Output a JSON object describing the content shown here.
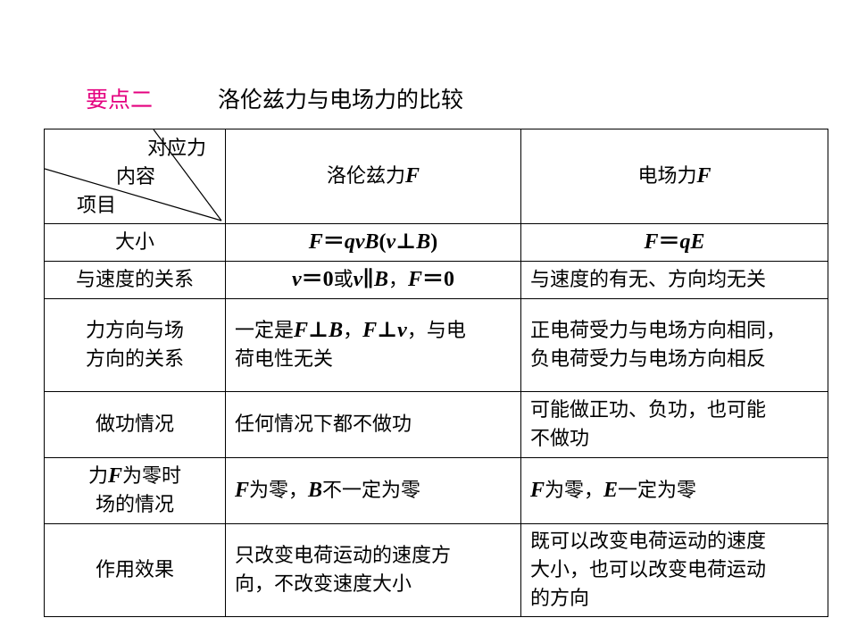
{
  "heading": {
    "label": "要点二",
    "label_color": "#e4007f",
    "text": "洛伦兹力与电场力的比较"
  },
  "table": {
    "corner": {
      "top": "对应力",
      "middle": "内容",
      "bottom": "项目"
    },
    "columns": {
      "lorentz": {
        "text": "洛伦兹力",
        "var": "F"
      },
      "electric": {
        "text": "电场力",
        "var": "F"
      }
    },
    "rows": {
      "magnitude": {
        "label": "大小",
        "lorentz": {
          "a": "F",
          "b": "＝",
          "c": "qvB",
          "d": "(",
          "e": "v",
          "f": "⊥",
          "g": "B",
          "h": ")"
        },
        "electric": {
          "a": "F",
          "b": "＝",
          "c": "qE"
        }
      },
      "velocity": {
        "label": "与速度的关系",
        "lorentz": {
          "a": "v",
          "b": "＝",
          "c": "0",
          "d": "或",
          "e": "v",
          "f": "∥",
          "g": "B",
          "h": "，",
          "i": "F",
          "j": "＝",
          "k": "0"
        },
        "electric": "与速度的有无、方向均无关"
      },
      "direction": {
        "label_line1": "力方向与场",
        "label_line2": "方向的关系",
        "lorentz": {
          "a": "一定是",
          "b": "F",
          "c": "⊥",
          "d": "B",
          "e": "，",
          "f": "F",
          "g": "⊥",
          "h": "v",
          "i": "，与电",
          "j": "荷电性无关"
        },
        "electric_line1": "正电荷受力与电场方向相同，",
        "electric_line2": "负电荷受力与电场方向相反"
      },
      "work": {
        "label": "做功情况",
        "lorentz": "任何情况下都不做功",
        "electric_line1": "可能做正功、负功，也可能",
        "electric_line2": "不做功"
      },
      "zero": {
        "label_a": "力",
        "label_b": "F",
        "label_c": "为零时",
        "label_line2": "场的情况",
        "lorentz": {
          "a": "F",
          "b": "为零，",
          "c": "B",
          "d": "不一定为零"
        },
        "electric": {
          "a": "F",
          "b": "为零，",
          "c": "E",
          "d": "一定为零"
        }
      },
      "effect": {
        "label": "作用效果",
        "lorentz_line1": "只改变电荷运动的速度方",
        "lorentz_line2": "向，不改变速度大小",
        "electric_line1": "既可以改变电荷运动的速度",
        "electric_line2": "大小，也可以改变电荷运动",
        "electric_line3": "的方向"
      }
    }
  }
}
